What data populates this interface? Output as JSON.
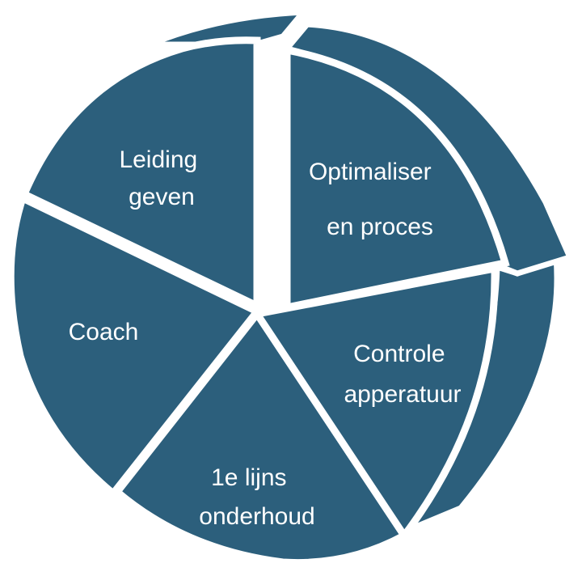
{
  "diagram": {
    "fill_color": "#2c5f7c",
    "separator_color": "#ffffff",
    "segments": [
      {
        "id": "optimaliseren-proces",
        "lines": [
          "Optimaliser",
          "en proces"
        ]
      },
      {
        "id": "controle-apperatuur",
        "lines": [
          "Controle",
          "apperatuur"
        ]
      },
      {
        "id": "eerste-lijns-onderhoud",
        "lines": [
          "1e lijns",
          "onderhoud"
        ]
      },
      {
        "id": "coach",
        "lines": [
          "Coach"
        ]
      },
      {
        "id": "leiding-geven",
        "lines": [
          "Leiding",
          "geven"
        ]
      }
    ]
  }
}
